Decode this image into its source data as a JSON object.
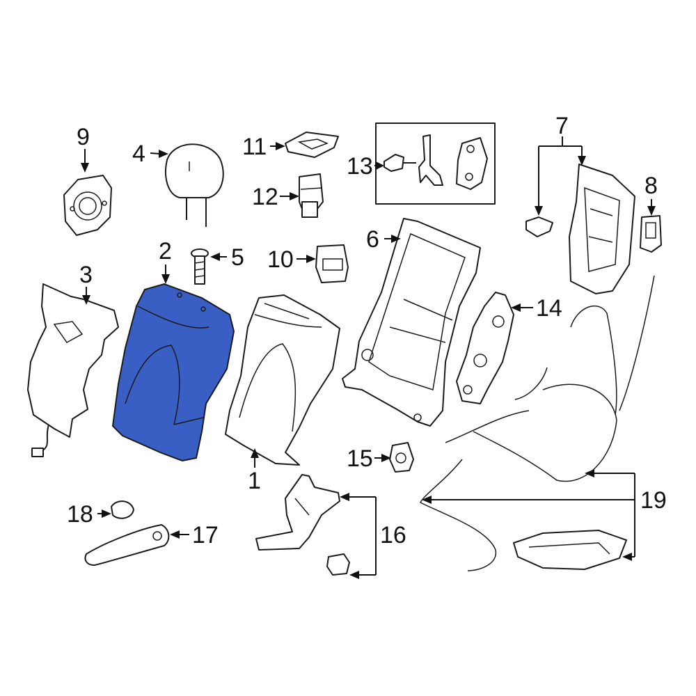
{
  "diagram": {
    "highlight_color": "#3a5fc4",
    "line_color": "#1a1a1a",
    "highlighted_part": "2",
    "callouts": [
      "1",
      "2",
      "3",
      "4",
      "5",
      "6",
      "7",
      "8",
      "9",
      "10",
      "11",
      "12",
      "13",
      "14",
      "15",
      "16",
      "17",
      "18",
      "19"
    ]
  }
}
